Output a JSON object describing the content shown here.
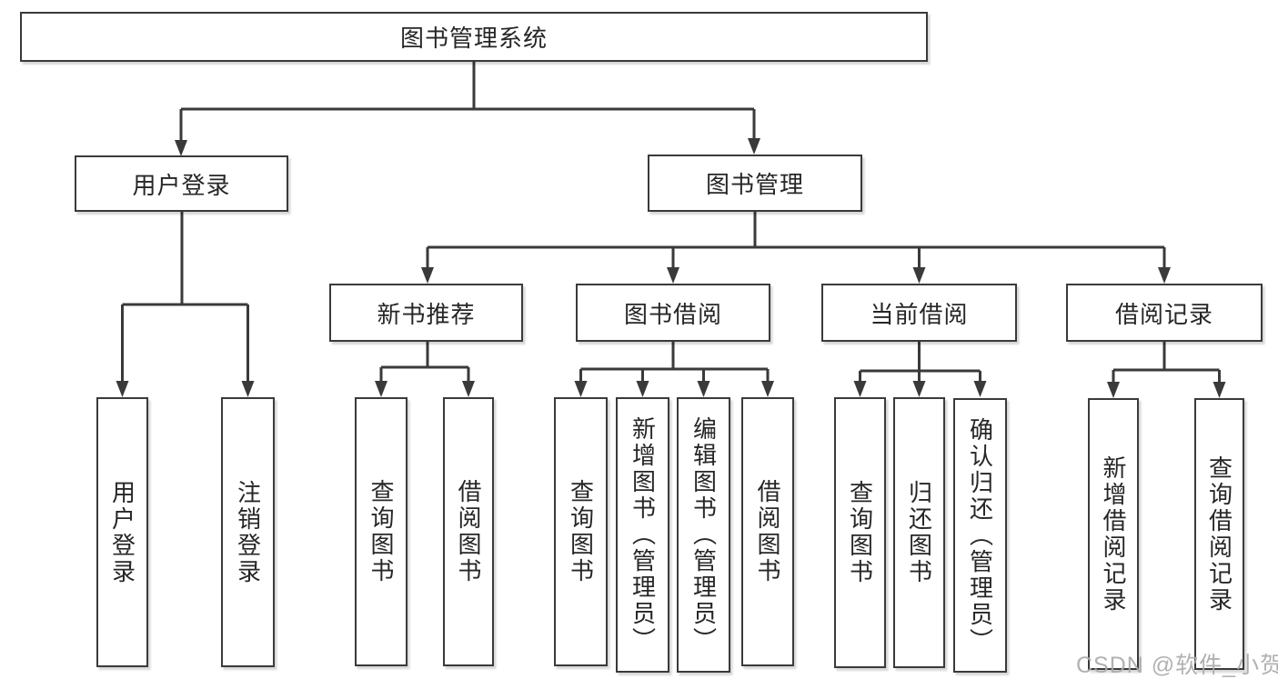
{
  "root": {
    "label": "图书管理系统"
  },
  "branches": {
    "user_login": {
      "label": "用户登录",
      "children": [
        {
          "label": "用户登录"
        },
        {
          "label": "注销登录"
        }
      ]
    },
    "book_mgmt": {
      "label": "图书管理",
      "groups": [
        {
          "label": "新书推荐",
          "children": [
            {
              "label": "查询图书"
            },
            {
              "label": "借阅图书"
            }
          ]
        },
        {
          "label": "图书借阅",
          "children": [
            {
              "label": "查询图书"
            },
            {
              "label": "新增图书（管理员）"
            },
            {
              "label": "编辑图书（管理员）"
            },
            {
              "label": "借阅图书"
            }
          ]
        },
        {
          "label": "当前借阅",
          "children": [
            {
              "label": "查询图书"
            },
            {
              "label": "归还图书"
            },
            {
              "label": "确认归还（管理员）"
            }
          ]
        },
        {
          "label": "借阅记录",
          "children": [
            {
              "label": "新增借阅记录"
            },
            {
              "label": "查询借阅记录"
            }
          ]
        }
      ]
    }
  },
  "watermark": {
    "text": "CSDN @软件_小贺同学"
  },
  "colors": {
    "line": "#3a3a3a",
    "text": "#262626",
    "watermark": "#ababab",
    "background": "#ffffff"
  }
}
